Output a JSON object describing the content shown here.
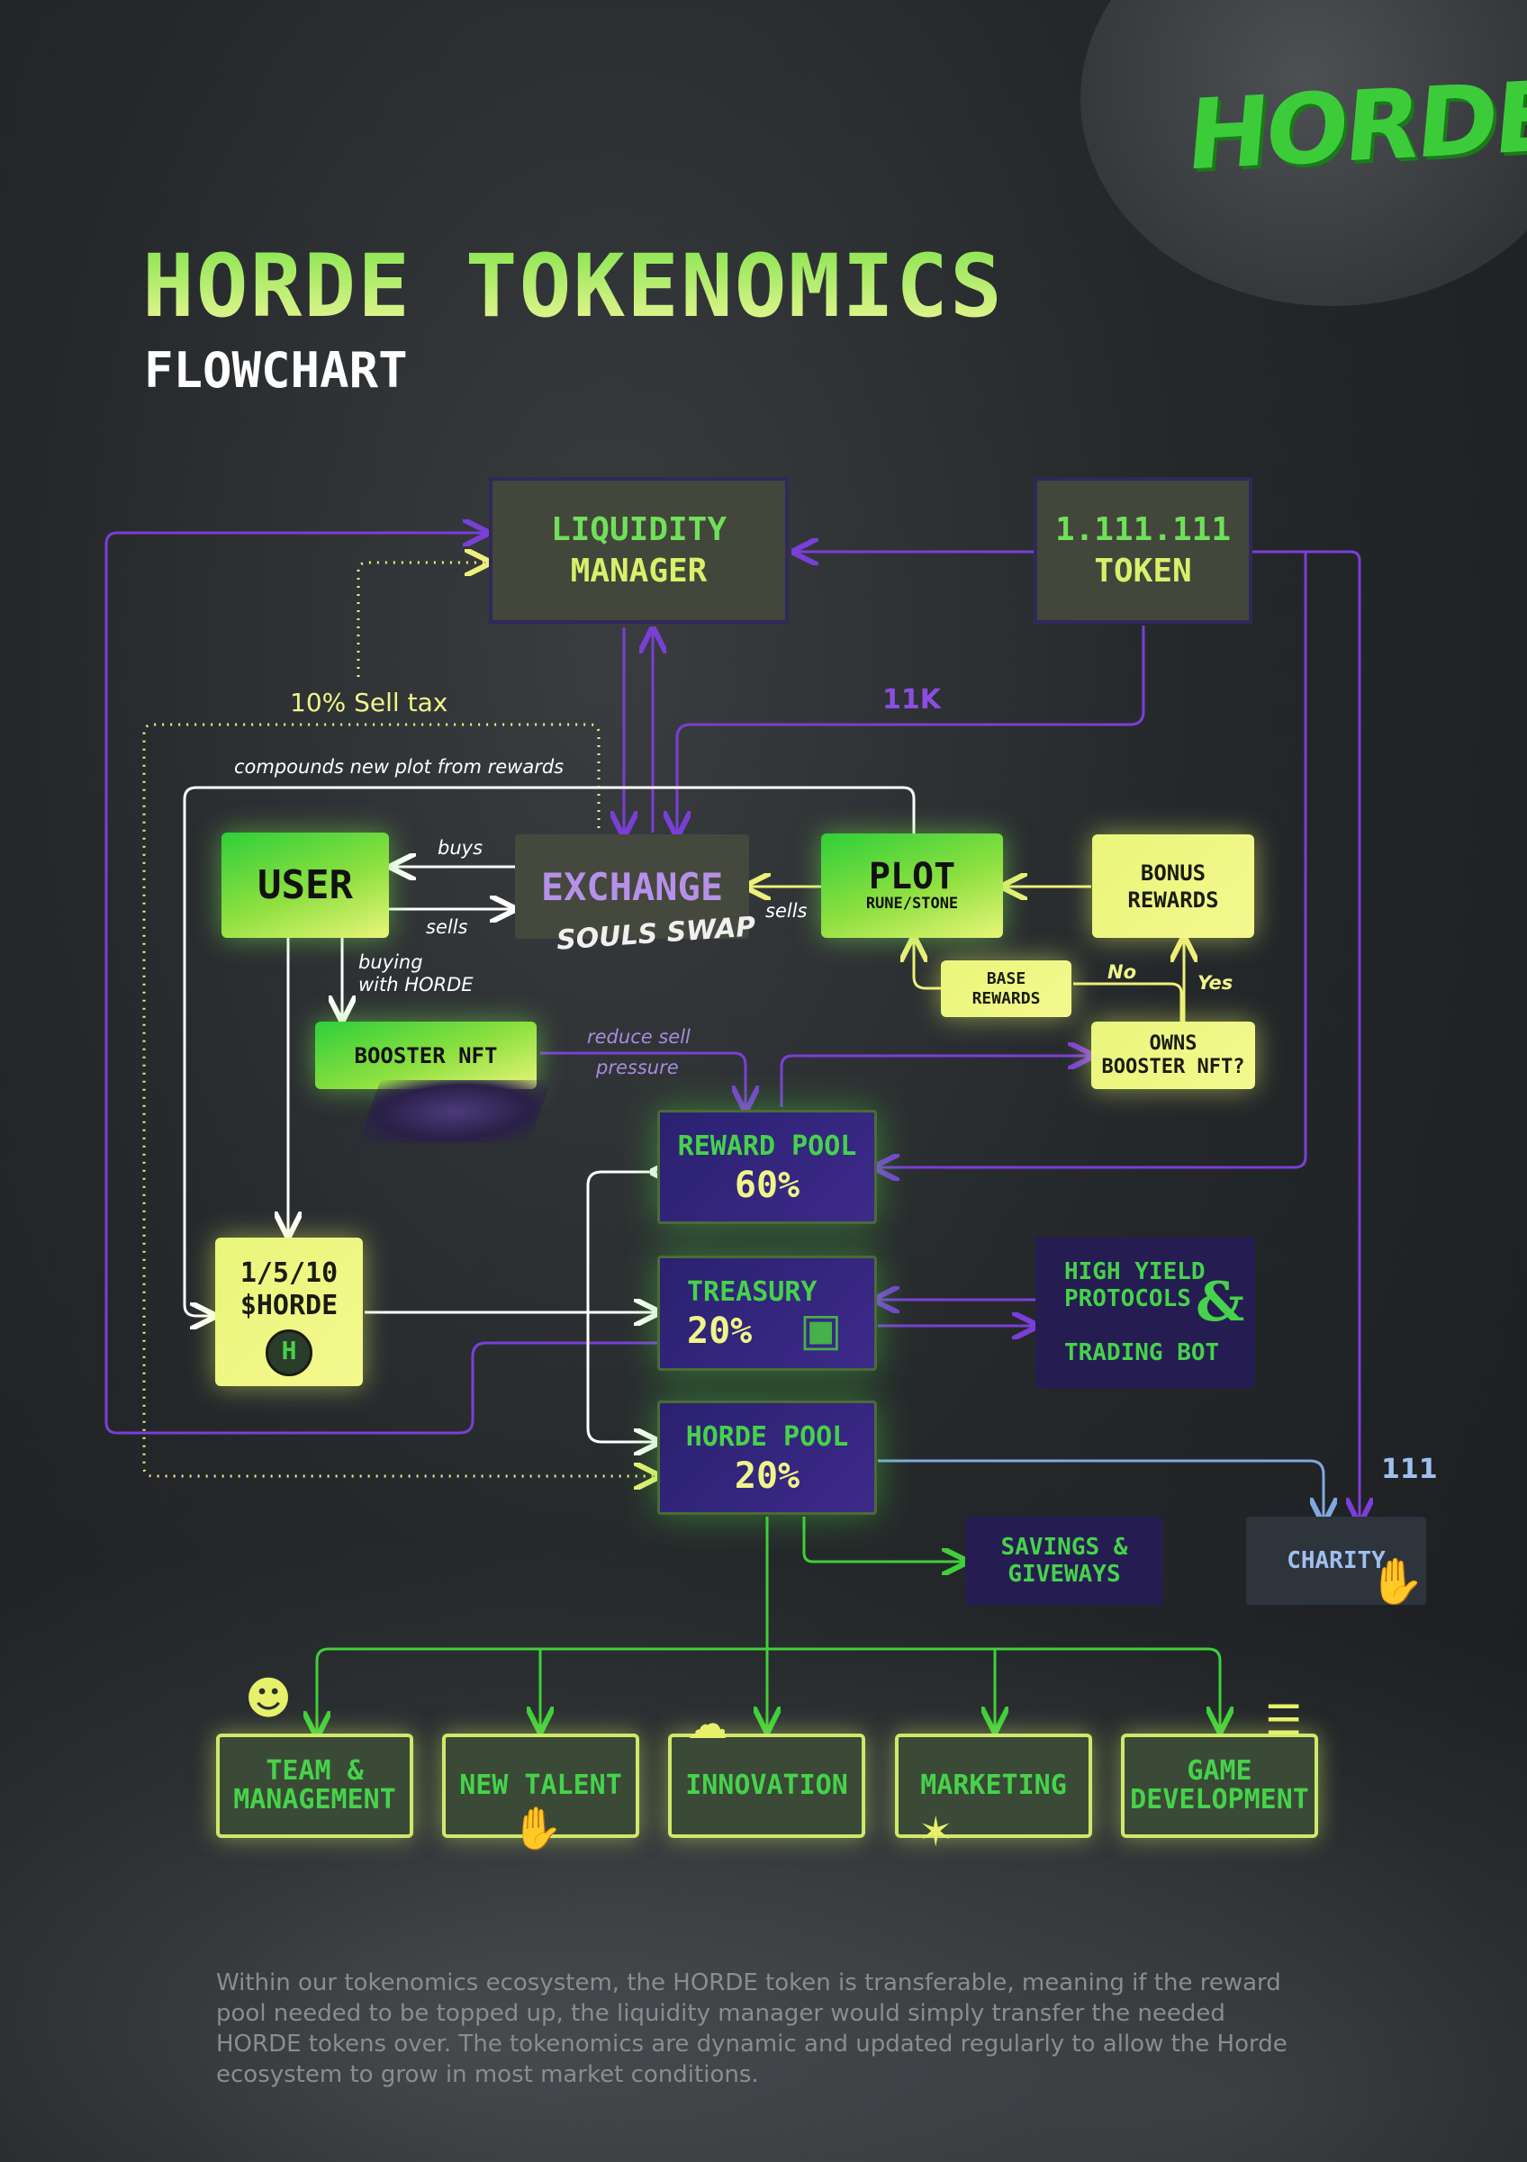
{
  "header": {
    "logo_text": "HORDE",
    "title": "HORDE TOKENOMICS",
    "subtitle": "FLOWCHART"
  },
  "nodes": {
    "liquidity_manager": {
      "line1": "LIQUIDITY",
      "line2": "MANAGER"
    },
    "token": {
      "line1": "1.111.111",
      "line2": "TOKEN"
    },
    "user": {
      "label": "USER"
    },
    "exchange": {
      "label": "EXCHANGE",
      "sublabel": "SOULS SWAP"
    },
    "plot": {
      "label": "PLOT",
      "sublabel": "RUNE/STONE"
    },
    "bonus_rewards": {
      "line1": "BONUS",
      "line2": "REWARDS"
    },
    "base_rewards": {
      "line1": "BASE",
      "line2": "REWARDS"
    },
    "owns_booster": {
      "line1": "OWNS",
      "line2": "BOOSTER NFT?"
    },
    "booster_nft": {
      "label": "BOOSTER NFT"
    },
    "horde_stake": {
      "line1": "1/5/10",
      "line2": "$HORDE"
    },
    "reward_pool": {
      "label": "REWARD POOL",
      "pct": "60%"
    },
    "treasury": {
      "label": "TREASURY",
      "pct": "20%"
    },
    "horde_pool": {
      "label": "HORDE POOL",
      "pct": "20%"
    },
    "high_yield": {
      "line1": "HIGH YIELD",
      "line2": "PROTOCOLS",
      "amp": "&",
      "line3": "TRADING BOT"
    },
    "savings": {
      "line1": "SAVINGS &",
      "line2": "GIVEWAYS"
    },
    "charity": {
      "label": "CHARITY"
    },
    "team": {
      "line1": "TEAM &",
      "line2": "MANAGEMENT"
    },
    "new_talent": {
      "label": "NEW TALENT"
    },
    "innovation": {
      "label": "INNOVATION"
    },
    "marketing": {
      "label": "MARKETING"
    },
    "game_dev": {
      "line1": "GAME",
      "line2": "DEVELOPMENT"
    }
  },
  "edge_labels": {
    "sell_tax": "10% Sell tax",
    "eleven_k": "11K",
    "compounds": "compounds new plot from rewards",
    "buys": "buys",
    "sells_user": "sells",
    "sells_plot": "sells",
    "buying_1": "buying",
    "buying_2": "with HORDE",
    "reduce_1": "reduce sell",
    "reduce_2": "pressure",
    "no": "No",
    "yes": "Yes",
    "one_eleven": "111"
  },
  "footer": {
    "line1": "Within our tokenomics ecosystem, the HORDE token is transferable, meaning if the reward",
    "line2": "pool needed to be topped up, the liquidity manager would simply transfer the needed",
    "line3": "HORDE tokens over. The tokenomics are dynamic and updated regularly to allow the Horde",
    "line4": "ecosystem to grow in most market conditions."
  },
  "colors": {
    "purple_line": "#7a3fd6",
    "white_line": "#ffffff",
    "yellow_line": "#eef07a",
    "green_line": "#3fcf3a",
    "blue_line": "#7fa8e0"
  }
}
